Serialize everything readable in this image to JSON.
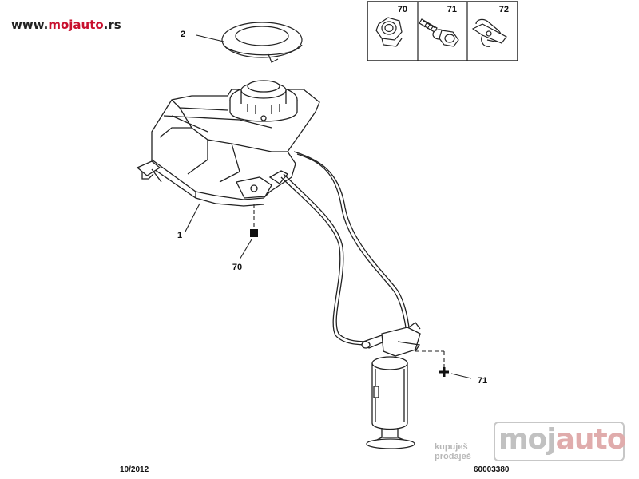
{
  "site": {
    "prefix": "www.",
    "brand": "mojauto",
    "suffix": ".rs"
  },
  "watermark": {
    "text_a": "moj",
    "text_b": "auto",
    "sub_line1": "kupuješ",
    "sub_line2": "prodaješ"
  },
  "legend": [
    {
      "ref": "70",
      "icon": "nut-icon"
    },
    {
      "ref": "71",
      "icon": "bolt-icon"
    },
    {
      "ref": "72",
      "icon": "clip-icon"
    }
  ],
  "callouts": {
    "part_1": "1",
    "part_2": "2",
    "part_70": "70",
    "part_71": "71"
  },
  "footer": {
    "date": "10/2012",
    "code": "60003380"
  },
  "colors": {
    "brand_red": "#c8102e",
    "line": "#222222"
  }
}
